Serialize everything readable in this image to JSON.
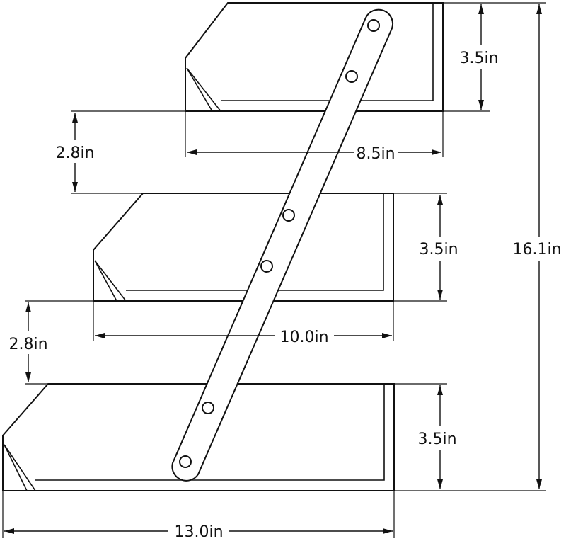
{
  "drawing": {
    "units": "in",
    "shelves": [
      {
        "name": "top",
        "width": "8.5in",
        "height": "3.5in"
      },
      {
        "name": "middle",
        "width": "10.0in",
        "height": "3.5in"
      },
      {
        "name": "bottom",
        "width": "13.0in",
        "height": "3.5in"
      }
    ],
    "dimensions": {
      "top_width": "8.5in",
      "top_height": "3.5in",
      "gap_upper": "2.8in",
      "middle_width": "10.0in",
      "middle_height": "3.5in",
      "gap_lower": "2.8in",
      "bottom_width": "13.0in",
      "bottom_height": "3.5in",
      "overall_height": "16.1in"
    },
    "bracket": {
      "holes": 6
    }
  }
}
